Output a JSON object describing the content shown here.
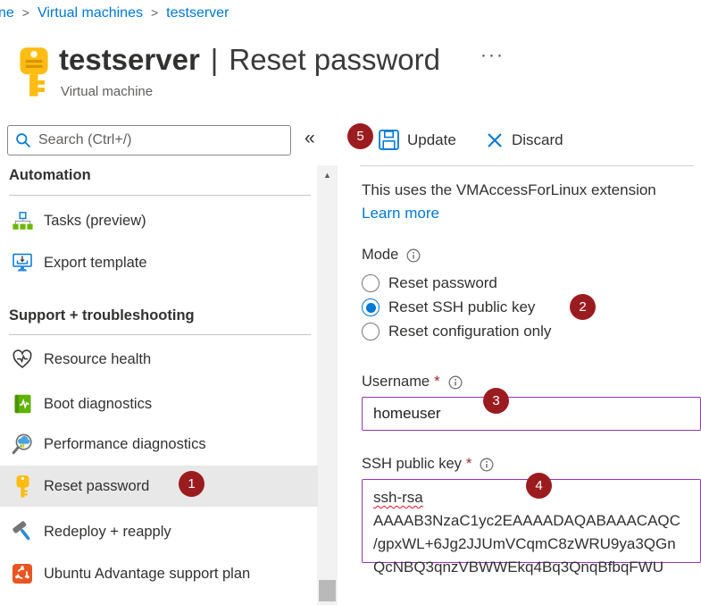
{
  "colors": {
    "accent_blue": "#0078d4",
    "link_blue": "#0078d4",
    "annotation_badge_red": "#9b1c1f",
    "dirty_field_border_purple": "#9632bd",
    "selected_item_bg": "#e8e8e8",
    "required_asterisk_red": "#a4262c",
    "key_gold": "#ffb900",
    "ubuntu_orange": "#e95420",
    "boot_diag_green": "#5db300"
  },
  "breadcrumb": {
    "separator": ">",
    "items": [
      "ne",
      "Virtual machines",
      "testserver"
    ]
  },
  "header": {
    "title_primary": "testserver",
    "title_divider": "|",
    "title_secondary": "Reset password",
    "subtitle": "Virtual machine",
    "ellipsis": "···"
  },
  "sidebar": {
    "search_placeholder": "Search (Ctrl+/)",
    "collapse_glyph": "«",
    "scroll_up_glyph": "▲",
    "sections": [
      {
        "header": "Automation",
        "items": [
          {
            "label": "Tasks (preview)",
            "icon": "tasks-flowchart-icon"
          },
          {
            "label": "Export template",
            "icon": "export-template-icon"
          }
        ]
      },
      {
        "header": "Support + troubleshooting",
        "items": [
          {
            "label": "Resource health",
            "icon": "resource-health-heart-icon"
          },
          {
            "label": "Boot diagnostics",
            "icon": "boot-diagnostics-icon"
          },
          {
            "label": "Performance diagnostics",
            "icon": "performance-diagnostics-icon"
          },
          {
            "label": "Reset password",
            "icon": "key-icon",
            "selected": true,
            "badge": "1"
          },
          {
            "label": "Redeploy + reapply",
            "icon": "hammer-icon"
          },
          {
            "label": "Ubuntu Advantage support plan",
            "icon": "ubuntu-icon"
          }
        ]
      }
    ]
  },
  "toolbar": {
    "badge": "5",
    "update_label": "Update",
    "discard_label": "Discard"
  },
  "content": {
    "intro_text": "This uses the VMAccessForLinux extension",
    "learn_more_label": "Learn more",
    "mode": {
      "label": "Mode",
      "options": [
        {
          "label": "Reset password",
          "selected": false
        },
        {
          "label": "Reset SSH public key",
          "selected": true,
          "badge": "2"
        },
        {
          "label": "Reset configuration only",
          "selected": false
        }
      ]
    },
    "username": {
      "label": "Username",
      "required_mark": "*",
      "value": "homeuser",
      "badge": "3"
    },
    "ssh_key": {
      "label": "SSH public key",
      "required_mark": "*",
      "badge": "4",
      "lines": [
        "ssh-rsa",
        "AAAAB3NzaC1yc2EAAAADAQABAAACAQC",
        "/gpxWL+6Jg2JJUmVCqmC8zWRU9ya3QGn",
        "QcNBQ3qnzVBWWEkq4Bq3QnqBfbqFWU"
      ]
    }
  }
}
